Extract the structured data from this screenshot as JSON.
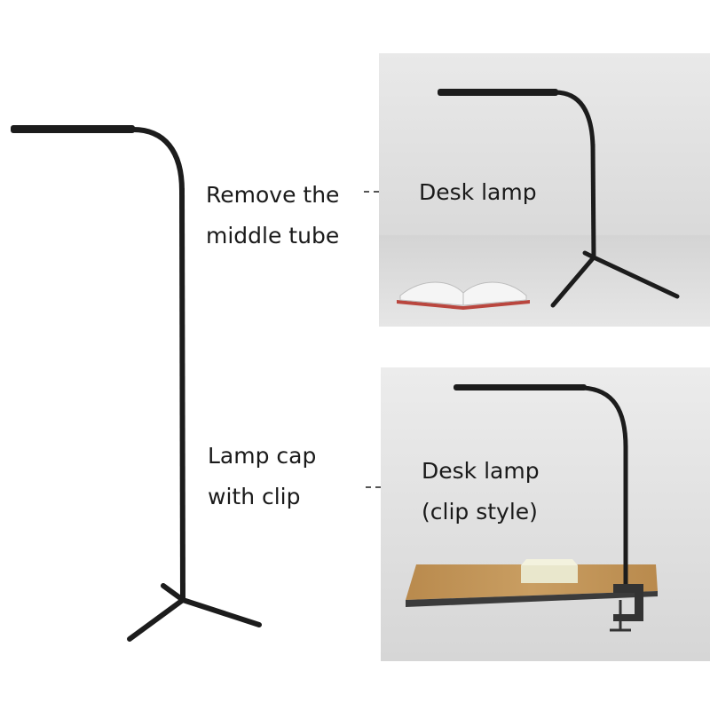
{
  "callouts": {
    "remove_tube": {
      "line1": "Remove the",
      "line2": "middle tube"
    },
    "lamp_cap": {
      "line1": "Lamp cap",
      "line2": "with clip"
    }
  },
  "results": {
    "desk_lamp": {
      "line1": "Desk lamp"
    },
    "clip_lamp": {
      "line1": "Desk lamp",
      "line2": "(clip style)"
    }
  },
  "colors": {
    "lamp_black": "#1c1c1c",
    "panel_wall": "#e6e6e6",
    "panel_floor": "#cfcfcf",
    "desk_wood": "#c69a5c",
    "arrow": "#555555"
  },
  "icons": {
    "arrow": "dashed-arrow-icon"
  }
}
